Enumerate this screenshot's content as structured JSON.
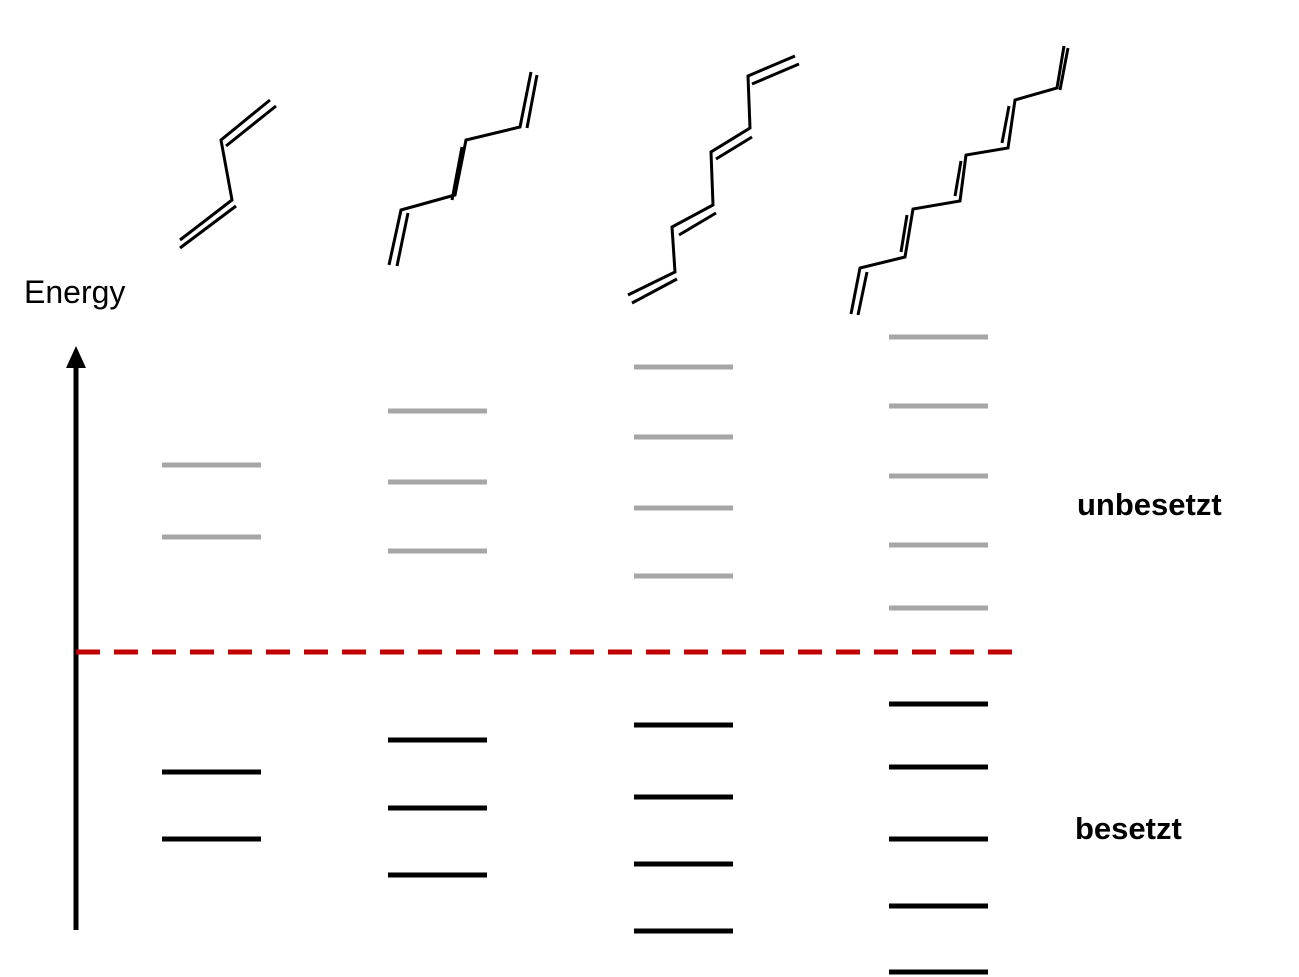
{
  "axis": {
    "label": "Energy"
  },
  "regions": {
    "unoccupied_label": "unbesetzt",
    "occupied_label": "besetzt"
  },
  "colors": {
    "occupied_level": "#000000",
    "unoccupied_level": "#a6a6a6",
    "homo_lumo_divider": "#c00000",
    "molecule_bonds": "#000000"
  },
  "molecules": [
    {
      "conjugated_double_bonds": 2,
      "unoccupied_levels": 2,
      "occupied_levels": 2
    },
    {
      "conjugated_double_bonds": 3,
      "unoccupied_levels": 3,
      "occupied_levels": 3
    },
    {
      "conjugated_double_bonds": 4,
      "unoccupied_levels": 4,
      "occupied_levels": 4
    },
    {
      "conjugated_double_bonds": 5,
      "unoccupied_levels": 5,
      "occupied_levels": 5
    }
  ]
}
